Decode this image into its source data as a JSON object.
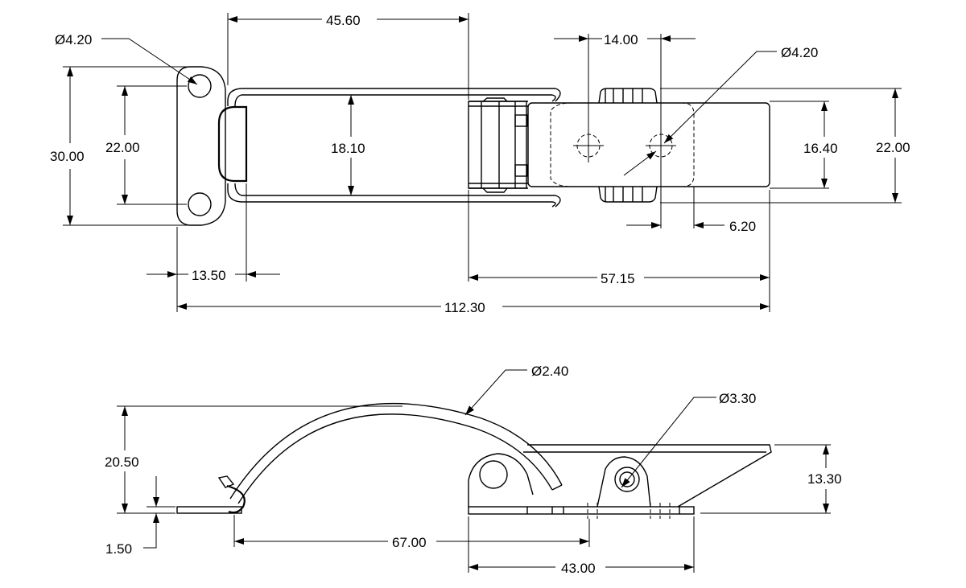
{
  "top_view": {
    "dims": {
      "hole_left": "Ø4.20",
      "handle_length": "45.60",
      "hole_spacing": "14.00",
      "hole_right": "Ø4.20",
      "overall_height": "30.00",
      "hole_pitch_left": "22.00",
      "handle_inner": "18.10",
      "body_width": "16.40",
      "body_height_right": "22.00",
      "hole_edge": "6.20",
      "plate_width": "13.50",
      "base_length": "57.15",
      "overall_length": "112.30"
    }
  },
  "side_view": {
    "dims": {
      "wire_dia": "Ø2.40",
      "pin_dia": "Ø3.30",
      "height": "20.50",
      "base_height": "13.30",
      "plate_thickness": "1.50",
      "reach": "67.00",
      "base_length": "43.00"
    }
  }
}
